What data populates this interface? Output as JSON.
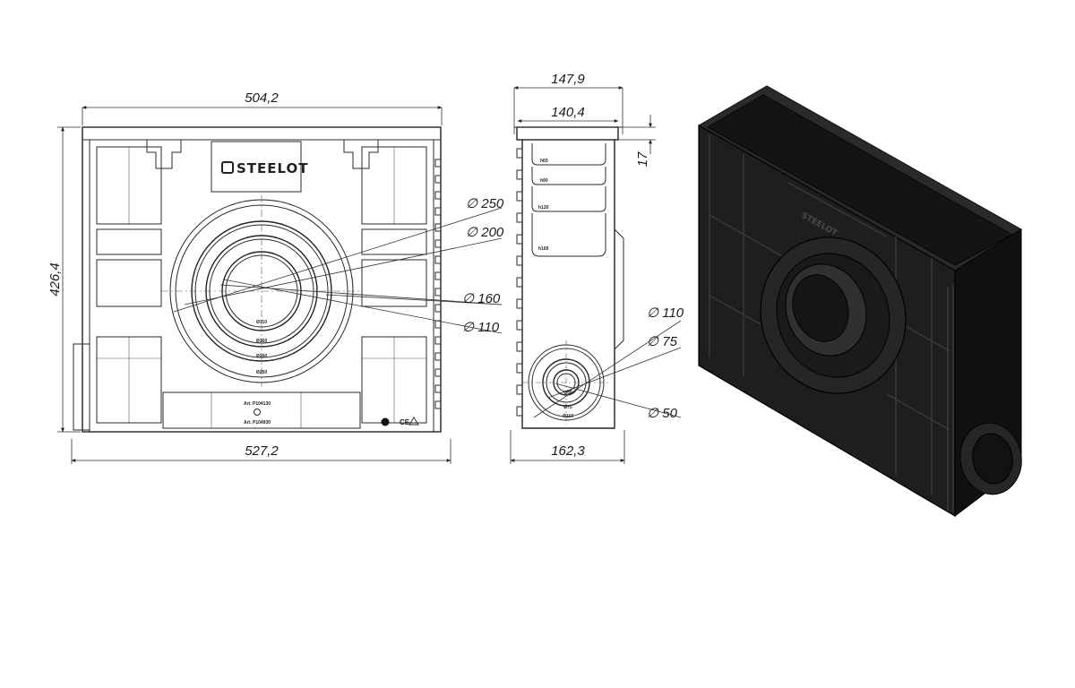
{
  "front_view": {
    "dims": {
      "top_width": "504,2",
      "bottom_width": "527,2",
      "height": "426,4",
      "d250": "∅ 250",
      "d200": "∅ 200",
      "d160": "∅ 160",
      "d110": "∅ 110"
    },
    "logo_text": "STEELOT",
    "ring_labels": [
      "Ø110",
      "Ø160",
      "Ø200",
      "Ø250"
    ],
    "art_top": "Art. P104130",
    "art_bottom": "Art. P104930",
    "ce_mark": "CE"
  },
  "side_view": {
    "dims": {
      "top_width": "147,9",
      "inner_width": "140,4",
      "lip": "17",
      "bottom_width": "162,3",
      "d110": "∅ 110",
      "d75": "∅ 75",
      "d50": "∅ 50"
    },
    "level_labels": [
      "h65",
      "h90",
      "h120",
      "h160"
    ],
    "ring_labels": [
      "Ø50",
      "Ø75",
      "Ø110"
    ]
  },
  "iso_view": {
    "logo_text": "STEELOT"
  }
}
